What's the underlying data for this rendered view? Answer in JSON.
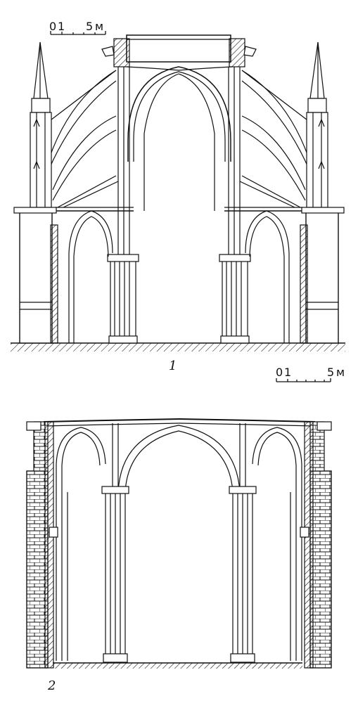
{
  "scale_bar_1": {
    "zero": "0",
    "one": "1",
    "five": "5",
    "unit": "м"
  },
  "scale_bar_2": {
    "zero": "0",
    "one": "1",
    "five": "5",
    "unit": "м"
  },
  "figure_1": {
    "number": "1"
  },
  "figure_2": {
    "number": "2"
  },
  "colors": {
    "ink": "#111111",
    "paper": "#ffffff"
  }
}
